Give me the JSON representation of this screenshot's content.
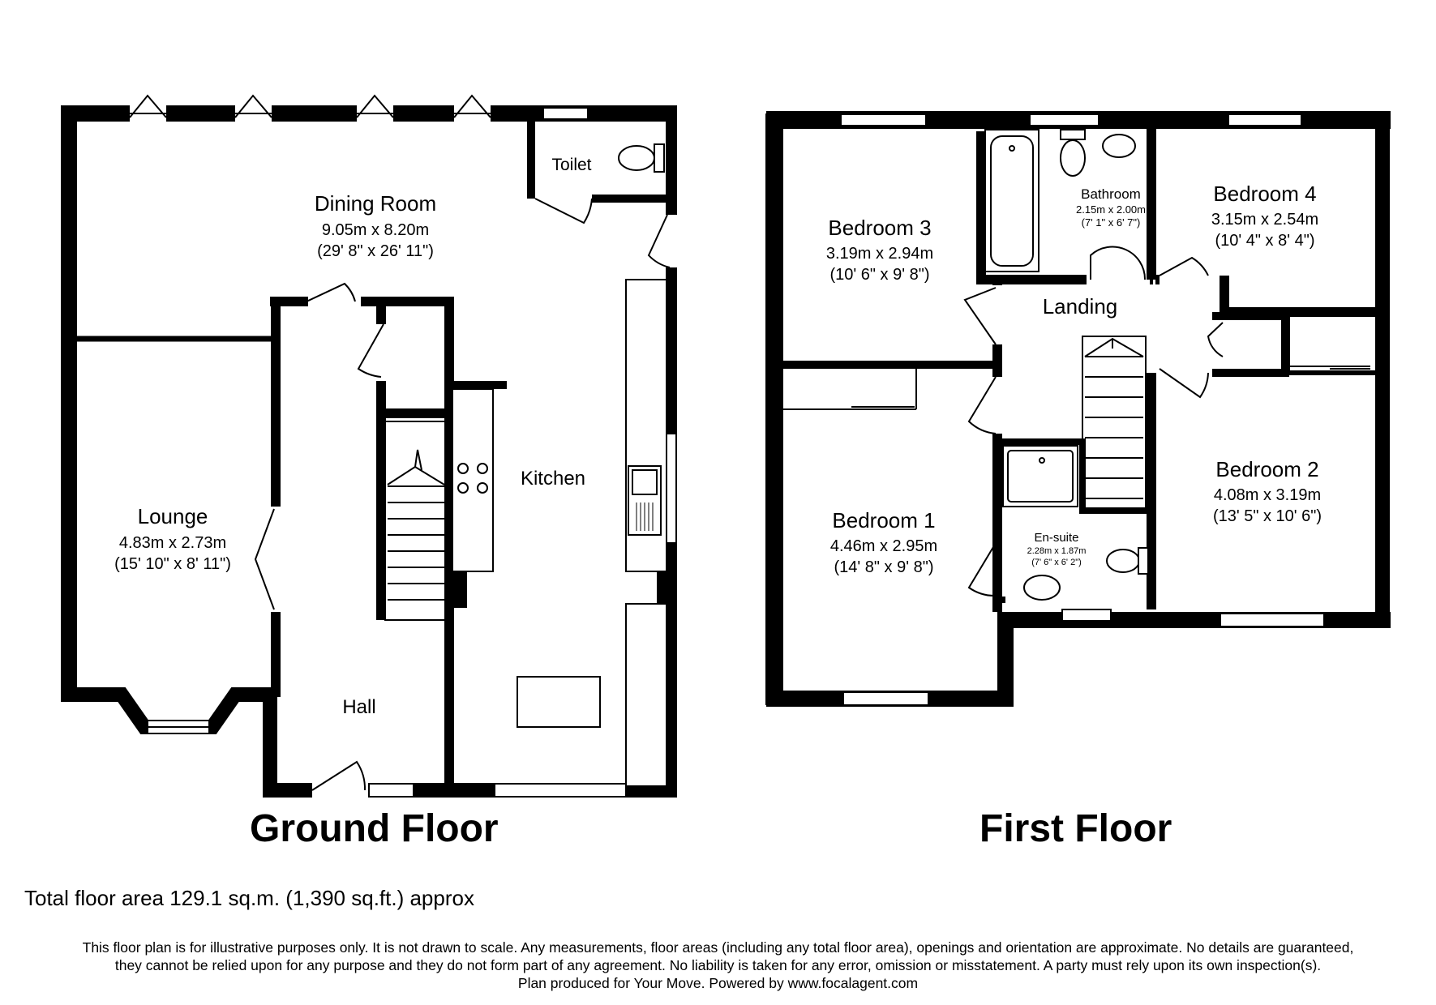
{
  "ground_floor": {
    "title": "Ground Floor",
    "rooms": {
      "dining": {
        "name": "Dining Room",
        "dims_m": "9.05m x 8.20m",
        "dims_ft": "(29' 8\" x 26' 11\")"
      },
      "toilet": {
        "name": "Toilet"
      },
      "lounge": {
        "name": "Lounge",
        "dims_m": "4.83m x 2.73m",
        "dims_ft": "(15' 10\" x 8' 11\")"
      },
      "kitchen": {
        "name": "Kitchen"
      },
      "hall": {
        "name": "Hall"
      }
    }
  },
  "first_floor": {
    "title": "First Floor",
    "rooms": {
      "bedroom3": {
        "name": "Bedroom 3",
        "dims_m": "3.19m x 2.94m",
        "dims_ft": "(10' 6\" x 9' 8\")"
      },
      "bathroom": {
        "name": "Bathroom",
        "dims_m": "2.15m x 2.00m",
        "dims_ft": "(7' 1\" x 6' 7\")"
      },
      "bedroom4": {
        "name": "Bedroom 4",
        "dims_m": "3.15m x 2.54m",
        "dims_ft": "(10' 4\" x 8' 4\")"
      },
      "landing": {
        "name": "Landing"
      },
      "bedroom1": {
        "name": "Bedroom 1",
        "dims_m": "4.46m x 2.95m",
        "dims_ft": "(14' 8\" x 9' 8\")"
      },
      "ensuite": {
        "name": "En-suite",
        "dims_m": "2.28m x 1.87m",
        "dims_ft": "(7' 6\" x 6' 2\")"
      },
      "bedroom2": {
        "name": "Bedroom 2",
        "dims_m": "4.08m x 3.19m",
        "dims_ft": "(13' 5\" x 10' 6\")"
      }
    }
  },
  "total_area": "Total floor area 129.1 sq.m. (1,390 sq.ft.) approx",
  "disclaimer": {
    "line1": "This floor plan is for illustrative purposes only. It is not drawn to scale. Any measurements, floor areas (including any total floor area), openings and orientation are approximate. No details are guaranteed,",
    "line2": "they cannot be relied upon for any purpose and they do not form part of any agreement. No liability is taken for any error, omission or misstatement. A party must rely upon its own inspection(s).",
    "line3": "Plan produced for Your Move. Powered by www.focalagent.com"
  },
  "colors": {
    "wall": "#000000",
    "background": "#ffffff"
  }
}
